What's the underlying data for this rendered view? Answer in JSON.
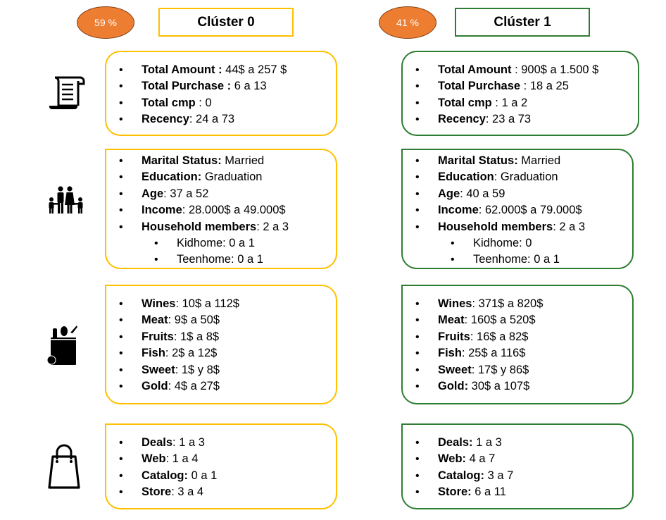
{
  "clusters": [
    {
      "pct": "59 %",
      "title": "Clúster 0",
      "purchase": [
        {
          "k": "Total Amount :",
          "v": " 44$ a 257 $"
        },
        {
          "k": "Total Purchase :",
          "v": " 6 a 13"
        },
        {
          "k": "Total cmp",
          "v": " : 0"
        },
        {
          "k": "Recency",
          "v": ": 24 a 73"
        }
      ],
      "demo": [
        {
          "k": "Marital Status:",
          "v": " Married"
        },
        {
          "k": "Education:",
          "v": " Graduation"
        },
        {
          "k": "Age",
          "v": ": 37 a 52"
        },
        {
          "k": "Income",
          "v": ": 28.000$ a 49.000$"
        },
        {
          "k": "Household members",
          "v": ": 2 a 3"
        }
      ],
      "demo_sub": [
        "Kidhome: 0 a 1",
        "Teenhome: 0 a 1"
      ],
      "products": [
        {
          "k": "Wines",
          "v": ": 10$ a 112$"
        },
        {
          "k": "Meat",
          "v": ": 9$ a 50$"
        },
        {
          "k": "Fruits",
          "v": ": 1$ a 8$"
        },
        {
          "k": "Fish",
          "v": ": 2$ a 12$"
        },
        {
          "k": "Sweet",
          "v": ": 1$ y 8$"
        },
        {
          "k": "Gold",
          "v": ": 4$ a 27$"
        }
      ],
      "channels": [
        {
          "k": "Deals",
          "v": ": 1 a 3"
        },
        {
          "k": "Web",
          "v": ": 1 a 4"
        },
        {
          "k": "Catalog:",
          "v": " 0 a 1"
        },
        {
          "k": "Store",
          "v": ": 3 a 4"
        }
      ]
    },
    {
      "pct": "41 %",
      "title": "Clúster 1",
      "purchase": [
        {
          "k": "Total Amount",
          "v": " : 900$ a 1.500 $"
        },
        {
          "k": "Total Purchase",
          "v": " : 18 a 25"
        },
        {
          "k": "Total cmp",
          "v": " : 1 a 2"
        },
        {
          "k": "Recency",
          "v": ": 23 a 73"
        }
      ],
      "demo": [
        {
          "k": "Marital Status:",
          "v": " Married"
        },
        {
          "k": "Education",
          "v": ": Graduation"
        },
        {
          "k": "Age",
          "v": ": 40 a 59"
        },
        {
          "k": "Income",
          "v": ": 62.000$ a 79.000$"
        },
        {
          "k": "Household members",
          "v": ": 2 a 3"
        }
      ],
      "demo_sub": [
        "Kidhome: 0",
        "Teenhome: 0 a 1"
      ],
      "products": [
        {
          "k": "Wines",
          "v": ": 371$ a 820$"
        },
        {
          "k": "Meat",
          "v": ": 160$ a 520$"
        },
        {
          "k": "Fruits",
          "v": ": 16$ a 82$"
        },
        {
          "k": "Fish",
          "v": ": 25$ a 116$"
        },
        {
          "k": "Sweet",
          "v": ": 17$ y 86$"
        },
        {
          "k": "Gold:",
          "v": " 30$ a 107$"
        }
      ],
      "channels": [
        {
          "k": "Deals:",
          "v": " 1 a 3"
        },
        {
          "k": "Web:",
          "v": " 4 a 7"
        },
        {
          "k": "Catalog:",
          "v": " 3 a 7"
        },
        {
          "k": "Store:",
          "v": " 6 a 11"
        }
      ]
    }
  ],
  "colors": {
    "cluster0": "#FFC000",
    "cluster1": "#2E7D32",
    "badge": "#ED7D31"
  },
  "icons": [
    "receipt-icon",
    "family-icon",
    "grocery-bag-icon",
    "shopping-bag-icon"
  ]
}
